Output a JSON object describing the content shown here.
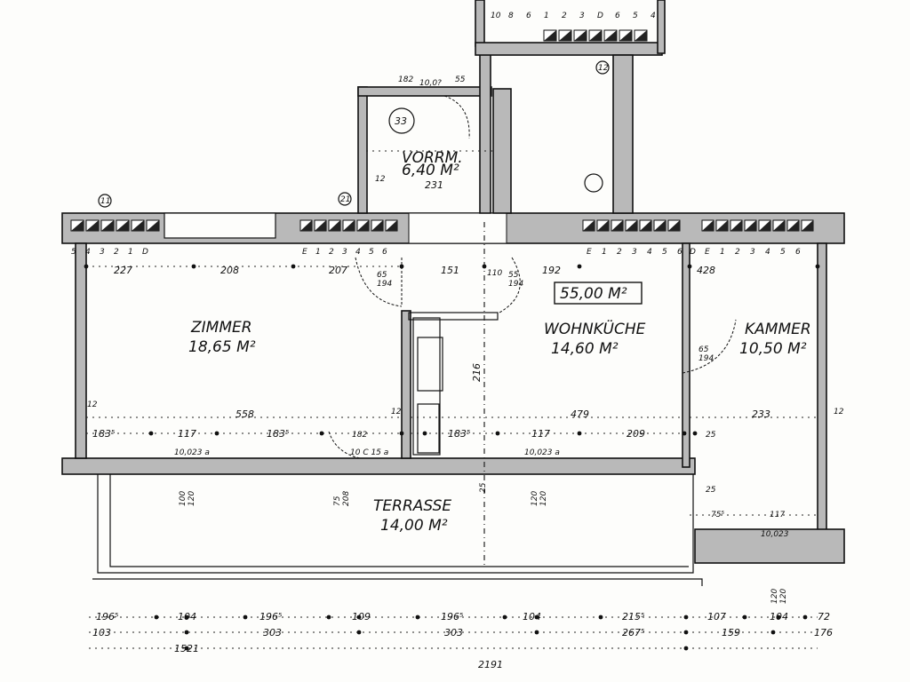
{
  "rooms": {
    "zimmer": {
      "name": "ZIMMER",
      "area": "18,65 M²"
    },
    "vorraum": {
      "name": "VORRM.",
      "area": "6,40 M²",
      "number": "33",
      "dim": "231"
    },
    "wohnkueche": {
      "name": "WOHNKÜCHE",
      "area": "14,60 M²"
    },
    "kammer": {
      "name": "KAMMER",
      "area": "10,50 M²"
    },
    "terrasse": {
      "name": "TERRASSE",
      "area": "14,00 M²"
    }
  },
  "total_area": "55,00 M²",
  "markers": {
    "m11": "11",
    "m21": "21",
    "m12": "12"
  },
  "top_dims": {
    "a": "227",
    "b": "208",
    "c": "207",
    "d": "151",
    "e": "192",
    "f": "428",
    "g": "65\n194",
    "h": "55\n194",
    "i": "65\n194"
  },
  "inner_dims": {
    "zimmer_width": "558",
    "wk_width": "479",
    "kammer_width": "233",
    "wk_depth": "216",
    "zimmer_side": "12",
    "zimmer_side2": "12",
    "kammer_side": "12",
    "mid_side": "12"
  },
  "window_dims": {
    "w1": "183⁵",
    "w2": "117",
    "w3": "183⁵",
    "w4": "10,023 a",
    "w5": "182",
    "w6": "10 C 15 a",
    "w7": "183⁵",
    "w8": "117",
    "w9": "209",
    "w10": "10,023 a",
    "w11": "25",
    "w12": "25",
    "w13": "75⁵",
    "w14": "117",
    "w15": "10,023"
  },
  "vert_dims": {
    "v1": "100\n120",
    "v2": "75\n208",
    "v3": "120\n120",
    "v4": "120\n120",
    "v5": "25"
  },
  "bottom_row1": [
    "196⁵",
    "104",
    "196⁵",
    "109",
    "196⁵",
    "104",
    "215⁵",
    "107",
    "104",
    "72"
  ],
  "bottom_row2": [
    "103",
    "303",
    "303",
    "267⁵",
    "159",
    "176"
  ],
  "bottom_row3": [
    "1521"
  ],
  "bottom_total": "2191",
  "tick_rows": {
    "left": [
      "5",
      "4",
      "3",
      "2",
      "1",
      "D"
    ],
    "mid": [
      "E",
      "1",
      "2",
      "3",
      "4",
      "5",
      "6"
    ],
    "right": [
      "E",
      "1",
      "2",
      "3",
      "4",
      "5",
      "6"
    ],
    "far": [
      "D",
      "E",
      "1",
      "2",
      "3",
      "4",
      "5",
      "6"
    ],
    "top": [
      "10",
      "8",
      "6",
      "1",
      "2",
      "3",
      "D",
      "6",
      "5",
      "4"
    ]
  },
  "misc_labels": {
    "top_small": "182",
    "top_small2": "10,0?",
    "top_small3": "55",
    "top_tick": "1",
    "corr": "110"
  }
}
